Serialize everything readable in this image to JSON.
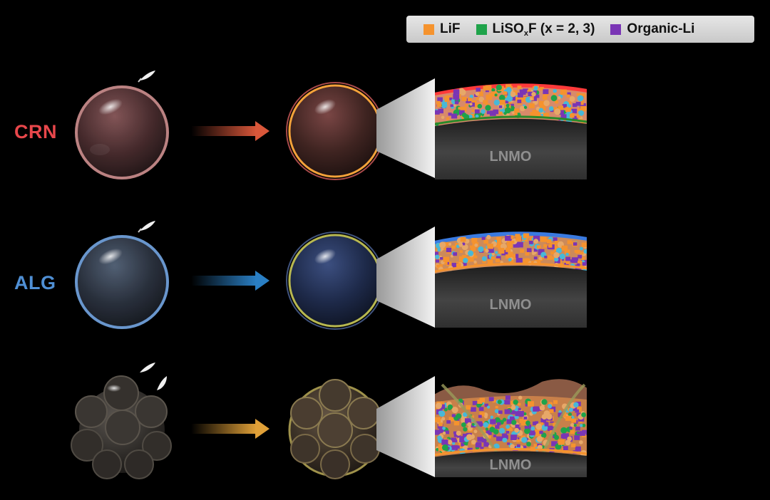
{
  "legend": {
    "items": [
      {
        "label": "LiF",
        "color": "#f5932e"
      },
      {
        "label_main": "LiSO",
        "label_sub": "x",
        "label_tail": "F (x = 2, 3)",
        "color": "#1fa34a"
      },
      {
        "label": "Organic-Li",
        "color": "#7a35b5"
      }
    ]
  },
  "rows": [
    {
      "label": "CRN",
      "label_color": "#e8474b",
      "arrow_color": "#d9573a",
      "shell_color": "#f08a5a",
      "sphere_color": "#5a3436",
      "coat_color": "#f4a23a",
      "rim_color": "#ff4a43",
      "electrode_label": "LNMO"
    },
    {
      "label": "ALG",
      "label_color": "#4f8fd4",
      "arrow_color": "#2a7fc4",
      "shell_color": "#6f9fd8",
      "sphere_color": "#2a3852",
      "coat_color": "#b8b850",
      "rim_color": "#3a78d8",
      "electrode_label": "LNMO"
    },
    {
      "label": "",
      "arrow_color": "#e0a038",
      "shell_color": "#7a6a50",
      "sphere_color": "#3a3530",
      "coat_color": "#b89a60",
      "rim_color": "#b08860",
      "electrode_label": "LNMO"
    }
  ]
}
